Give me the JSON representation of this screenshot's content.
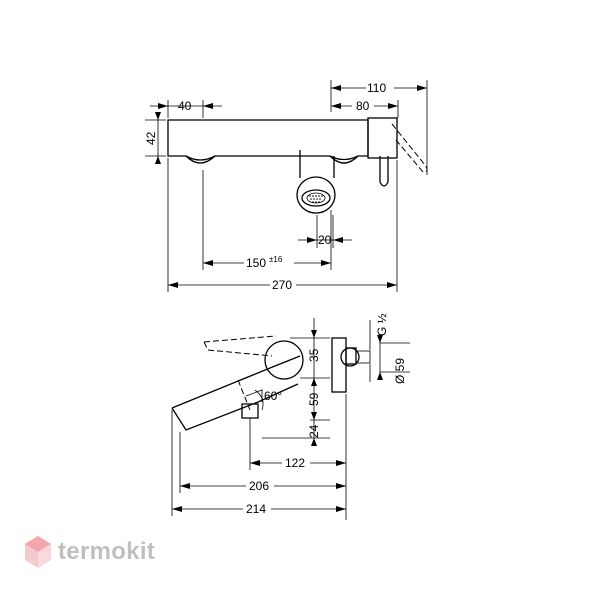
{
  "top_view": {
    "dims": {
      "d110": "110",
      "d80": "80",
      "d40": "40",
      "d42": "42",
      "d20": "20",
      "d150": "150",
      "d150_tol": "±16",
      "d270": "270"
    }
  },
  "side_view": {
    "dims": {
      "thread": "G ½",
      "d35": "35",
      "d59_diam": "Ø 59",
      "d59": "59",
      "angle": "60°",
      "d24": "24",
      "d122": "122",
      "d206": "206",
      "d214": "214"
    }
  },
  "watermark": {
    "text": "termokit",
    "color": "#f3c1c4"
  }
}
